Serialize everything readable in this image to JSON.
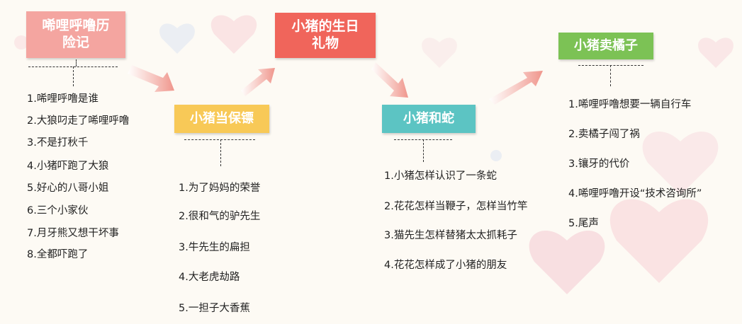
{
  "colors": {
    "box1": "#f4a5a0",
    "box2": "#f8c957",
    "box3": "#f0655b",
    "box4": "#5cc4c3",
    "box5": "#7cc255",
    "arrow": "#ee8a80",
    "hearts": "#f8cfd6"
  },
  "stages": [
    {
      "title": "唏哩呼噜历\n险记",
      "items": [
        "1.唏哩呼噜是谁",
        "2.大狼叼走了唏哩呼噜",
        "3.不是打秋千",
        "4.小猪吓跑了大狼",
        "5.好心的八哥小姐",
        "6.三个小家伙",
        "7.月牙熊又想干坏事",
        "8.全都吓跑了"
      ]
    },
    {
      "title": "小猪当保镖",
      "items": [
        "1.为了妈妈的荣誉",
        "2.很和气的驴先生",
        "3.牛先生的扁担",
        "4.大老虎劫路",
        "5.一担子大香蕉"
      ]
    },
    {
      "title": "小猪的生日\n礼物",
      "items": []
    },
    {
      "title": "小猪和蛇",
      "items": [
        "1.小猪怎样认识了一条蛇",
        "2.花花怎样当鞭子，怎样当竹竿",
        "3.猫先生怎样替猪太太抓耗子",
        "4.花花怎样成了小猪的朋友"
      ]
    },
    {
      "title": "小猪卖橘子",
      "items": [
        "1.唏哩呼噜想要一辆自行车",
        "2.卖橘子闯了祸",
        "3.镶牙的代价",
        "4.唏哩呼噜开设“技术咨询所”",
        "5.尾声"
      ]
    }
  ]
}
